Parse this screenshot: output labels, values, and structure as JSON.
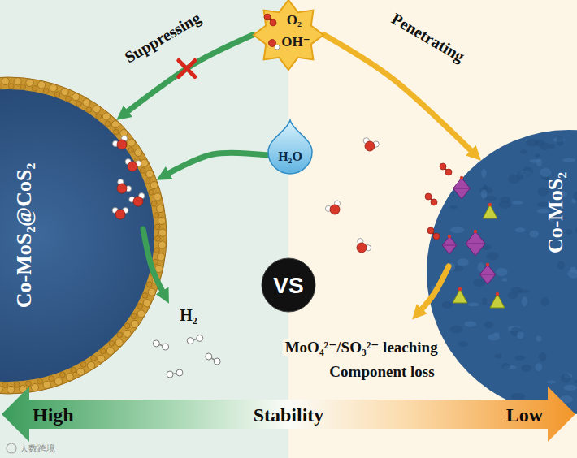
{
  "diagram": {
    "nodes": [
      {
        "text": [
          "Co-MoS₂@CoS₂"
        ]
      },
      {
        "text": [
          "O₂",
          "OH⁻"
        ]
      },
      {
        "text": [
          "H₂O"
        ]
      },
      {
        "text": [
          "Co-MoS₂"
        ]
      },
      {
        "text": [
          "VS"
        ]
      },
      {
        "text": [
          "High",
          "Stability",
          "Low"
        ]
      }
    ],
    "edges": [
      {
        "from": 1,
        "to": 0,
        "label": "Suppressing",
        "arrow": "to"
      },
      {
        "from": 1,
        "to": 3,
        "label": "Penetrating",
        "arrow": "to"
      },
      {
        "from": 2,
        "to": 0,
        "arrow": "to"
      }
    ],
    "labels": [
      "H₂",
      "MoO₄²⁻/SO₃²⁻ leaching",
      "Component loss",
      "大数跨境"
    ]
  }
}
